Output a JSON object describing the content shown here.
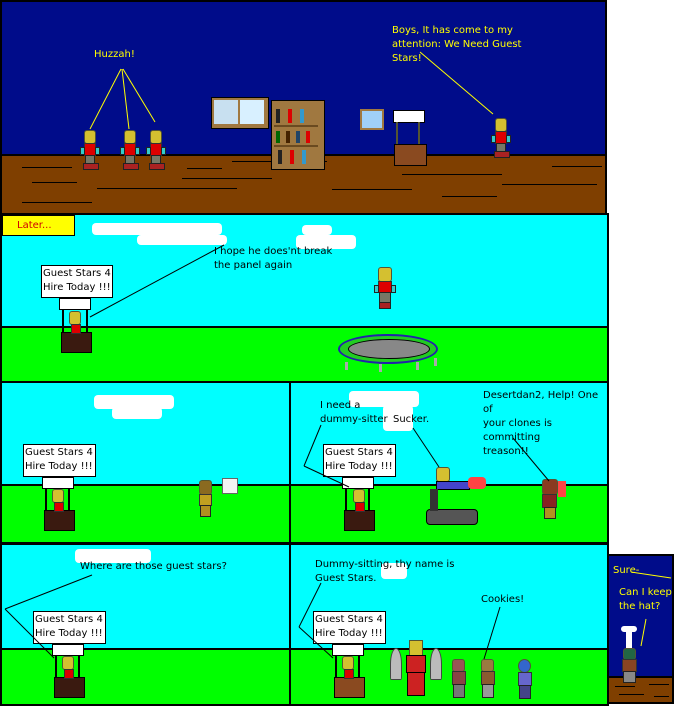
{
  "comic": {
    "panels": [
      {
        "id": "panel-1",
        "setting": "indoor-night-room",
        "speech": [
          {
            "speaker": "three-clones",
            "text": "Huzzah!"
          },
          {
            "speaker": "leader",
            "text": "Boys, It has come to my\nattention: We Need Guest\nStars!"
          }
        ],
        "props": [
          "window",
          "bookshelf",
          "small-window",
          "empty-booth"
        ]
      },
      {
        "id": "panel-2",
        "setting": "outdoor-sky-grass",
        "caption": "Later...",
        "sign": "Guest Stars 4\nHire Today !!!",
        "speech": [
          {
            "speaker": "booth-sitter",
            "text": "I hope he does'nt break\nthe panel again"
          }
        ],
        "props": [
          "trampoline",
          "jumping-figure"
        ]
      },
      {
        "id": "panel-3",
        "setting": "outdoor-sky-grass",
        "sign": "Guest Stars 4\nHire Today !!!",
        "props": [
          "figure-with-book"
        ]
      },
      {
        "id": "panel-4",
        "setting": "outdoor-sky-grass",
        "sign": "Guest Stars 4\nHire Today !!!",
        "speech": [
          {
            "speaker": "booth-sitter",
            "text": "I need a\ndummy-sitter"
          },
          {
            "speaker": "tank-rider",
            "text": "Sucker."
          },
          {
            "speaker": "red-figure",
            "text": "Desertdan2, Help! One of\nyour clones is committing\ntreason!!"
          }
        ]
      },
      {
        "id": "panel-5",
        "setting": "outdoor-sky-grass",
        "sign": "Guest Stars 4\nHire Today !!!",
        "speech": [
          {
            "speaker": "booth-sitter",
            "text": "Where are those guest stars?"
          }
        ]
      },
      {
        "id": "panel-6",
        "setting": "outdoor-sky-grass",
        "sign": "Guest Stars 4\nHire Today !!!",
        "speech": [
          {
            "speaker": "booth-sitter",
            "text": "Dummy-sitting, thy name is\nGuest Stars."
          },
          {
            "speaker": "guest",
            "text": "Cookies!"
          }
        ],
        "props": [
          "winged-figure",
          "figure-brown",
          "figure-tan",
          "figure-blue"
        ]
      },
      {
        "id": "panel-7",
        "setting": "indoor-night-small",
        "speech": [
          {
            "speaker": "offscreen",
            "text": "Sure-"
          },
          {
            "speaker": "chef-hat-figure",
            "text": "Can I keep\nthe hat?"
          }
        ]
      }
    ]
  },
  "colors": {
    "night": "#000c8a",
    "floor": "#7f3f00",
    "sky": "#00ffff",
    "grass": "#00ff00",
    "speech_yellow": "#ffff00",
    "caption_bg": "#ffff00",
    "caption_text": "#d00000"
  }
}
